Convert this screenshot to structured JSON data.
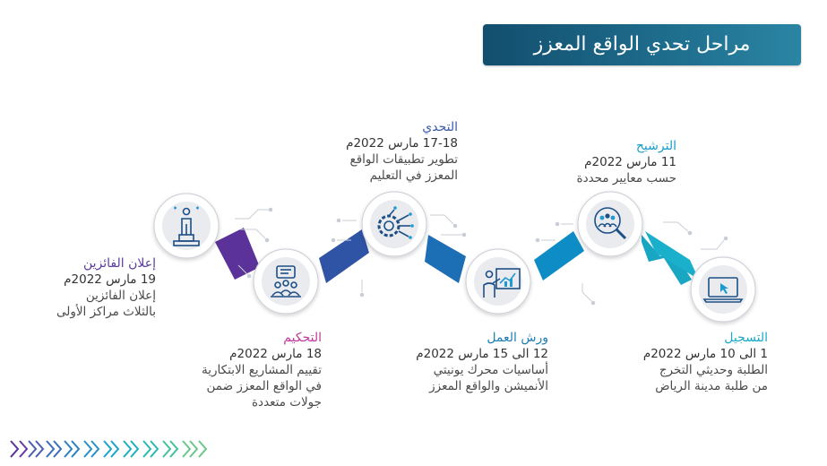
{
  "title": "مراحل تحدي الواقع المعزز",
  "stages": [
    {
      "name": "التسجيل",
      "date": "1 الى 10 مارس 2022م",
      "desc": "الطلبة وحديثي التخرج\nمن طلبة مدينة الرياض",
      "icon": "laptop-cursor-icon",
      "color": "#1aa9c8"
    },
    {
      "name": "الترشيح",
      "date": "11 مارس 2022م",
      "desc": "حسب معايير محددة",
      "icon": "group-search-icon",
      "color": "#1a9ccb"
    },
    {
      "name": "ورش العمل",
      "date": "12 الى 15 مارس 2022م",
      "desc": "أساسيات محرك يونيتي\nالأنميشن والواقع المعزز",
      "icon": "presentation-icon",
      "color": "#1d7fb4"
    },
    {
      "name": "التحدي",
      "date": "17-18 مارس 2022م",
      "desc": "تطوير تطبيقات الواقع\nالمعزز في التعليم",
      "icon": "circuit-gear-icon",
      "color": "#3b5aa9"
    },
    {
      "name": "التحكيم",
      "date": "18 مارس 2022م",
      "desc": "تقييم المشاريع الابتكارية\nفي الواقع المعزز ضمن\nجولات متعددة",
      "icon": "jury-panel-icon",
      "color": "#c0399b"
    },
    {
      "name": "إعلان الفائزين",
      "date": "19 مارس 2022م",
      "desc": "إعلان الفائزين\nبالثلاث مراكز الأولى",
      "icon": "winner-podium-icon",
      "color": "#5b3c9e"
    }
  ],
  "colors": {
    "connector_cyan": "#1aa9c8",
    "connector_blue": "#0e84c4",
    "connector_deep": "#1f62ad",
    "connector_indigo": "#35469c",
    "connector_purple": "#5a3299",
    "icon": "#1d4f86",
    "title_bg": "#134e6e"
  }
}
